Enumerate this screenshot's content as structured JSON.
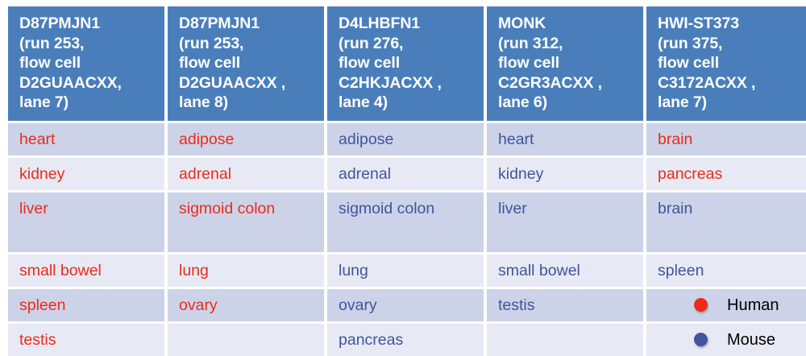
{
  "table": {
    "columns": [
      {
        "sample_id": "D87PMJN1",
        "run": "run 253",
        "flow_cell": "flow cell D2GUAACXX,",
        "lane": "lane 7",
        "header_text": "D87PMJN1\n(run 253,\nflow cell\nD2GUAACXX,\nlane 7)"
      },
      {
        "sample_id": "D87PMJN1",
        "run": "run 253",
        "flow_cell": "flow cell D2GUAACXX ,",
        "lane": "lane 8",
        "header_text": "D87PMJN1\n(run 253,\n flow cell\nD2GUAACXX ,\nlane 8)"
      },
      {
        "sample_id": "D4LHBFN1",
        "run": "run 276",
        "flow_cell": "flow cell C2HKJACXX ,",
        "lane": "lane 4",
        "header_text": "D4LHBFN1\n(run 276,\n flow cell\nC2HKJACXX ,\nlane 4)"
      },
      {
        "sample_id": "MONK",
        "run": "run 312",
        "flow_cell": "flow cell C2GR3ACXX ,",
        "lane": "lane 6",
        "header_text": "MONK\n (run 312,\nflow cell\nC2GR3ACXX ,\nlane 6)"
      },
      {
        "sample_id": "HWI-ST373",
        "run": "run 375",
        "flow_cell": "flow cell C3172ACXX ,",
        "lane": "lane 7",
        "header_text": "HWI-ST373\n (run 375,\nflow cell\nC3172ACXX ,\nlane 7)"
      }
    ],
    "rows": [
      {
        "cells": [
          {
            "text": "heart",
            "species": "human"
          },
          {
            "text": "adipose",
            "species": "human"
          },
          {
            "text": "adipose",
            "species": "mouse"
          },
          {
            "text": "heart",
            "species": "mouse"
          },
          {
            "text": "brain",
            "species": "human"
          }
        ]
      },
      {
        "cells": [
          {
            "text": "kidney",
            "species": "human"
          },
          {
            "text": "adrenal",
            "species": "human"
          },
          {
            "text": "adrenal",
            "species": "mouse"
          },
          {
            "text": "kidney",
            "species": "mouse"
          },
          {
            "text": "pancreas",
            "species": "human"
          }
        ]
      },
      {
        "cells": [
          {
            "text": "liver",
            "species": "human"
          },
          {
            "text": "sigmoid colon",
            "species": "human"
          },
          {
            "text": "sigmoid colon",
            "species": "mouse"
          },
          {
            "text": "liver",
            "species": "mouse"
          },
          {
            "text": "brain",
            "species": "mouse"
          }
        ]
      },
      {
        "cells": [
          {
            "text": "small bowel",
            "species": "human"
          },
          {
            "text": "lung",
            "species": "human"
          },
          {
            "text": "lung",
            "species": "mouse"
          },
          {
            "text": "small bowel",
            "species": "mouse"
          },
          {
            "text": "spleen",
            "species": "mouse"
          }
        ]
      },
      {
        "cells": [
          {
            "text": "spleen",
            "species": "human"
          },
          {
            "text": "ovary",
            "species": "human"
          },
          {
            "text": "ovary",
            "species": "mouse"
          },
          {
            "text": "testis",
            "species": "mouse"
          },
          {
            "text": "",
            "species": "none"
          }
        ]
      },
      {
        "cells": [
          {
            "text": "testis",
            "species": "human"
          },
          {
            "text": "",
            "species": "none"
          },
          {
            "text": "pancreas",
            "species": "mouse"
          },
          {
            "text": "",
            "species": "none"
          },
          {
            "text": "",
            "species": "none"
          }
        ]
      }
    ]
  },
  "legend": {
    "items": [
      {
        "label": "Human",
        "color": "#ee2a18",
        "marker": "circle-marker-red"
      },
      {
        "label": "Mouse",
        "color": "#41549b",
        "marker": "circle-marker-blue"
      }
    ]
  },
  "colors": {
    "header_background": "#4a7ebb",
    "header_text": "#ffffff",
    "band_dark": "#ccd3e8",
    "band_light": "#e7eaf4",
    "human_text": "#ee2a18",
    "mouse_text": "#41549b",
    "legend_label_text": "#000000"
  }
}
